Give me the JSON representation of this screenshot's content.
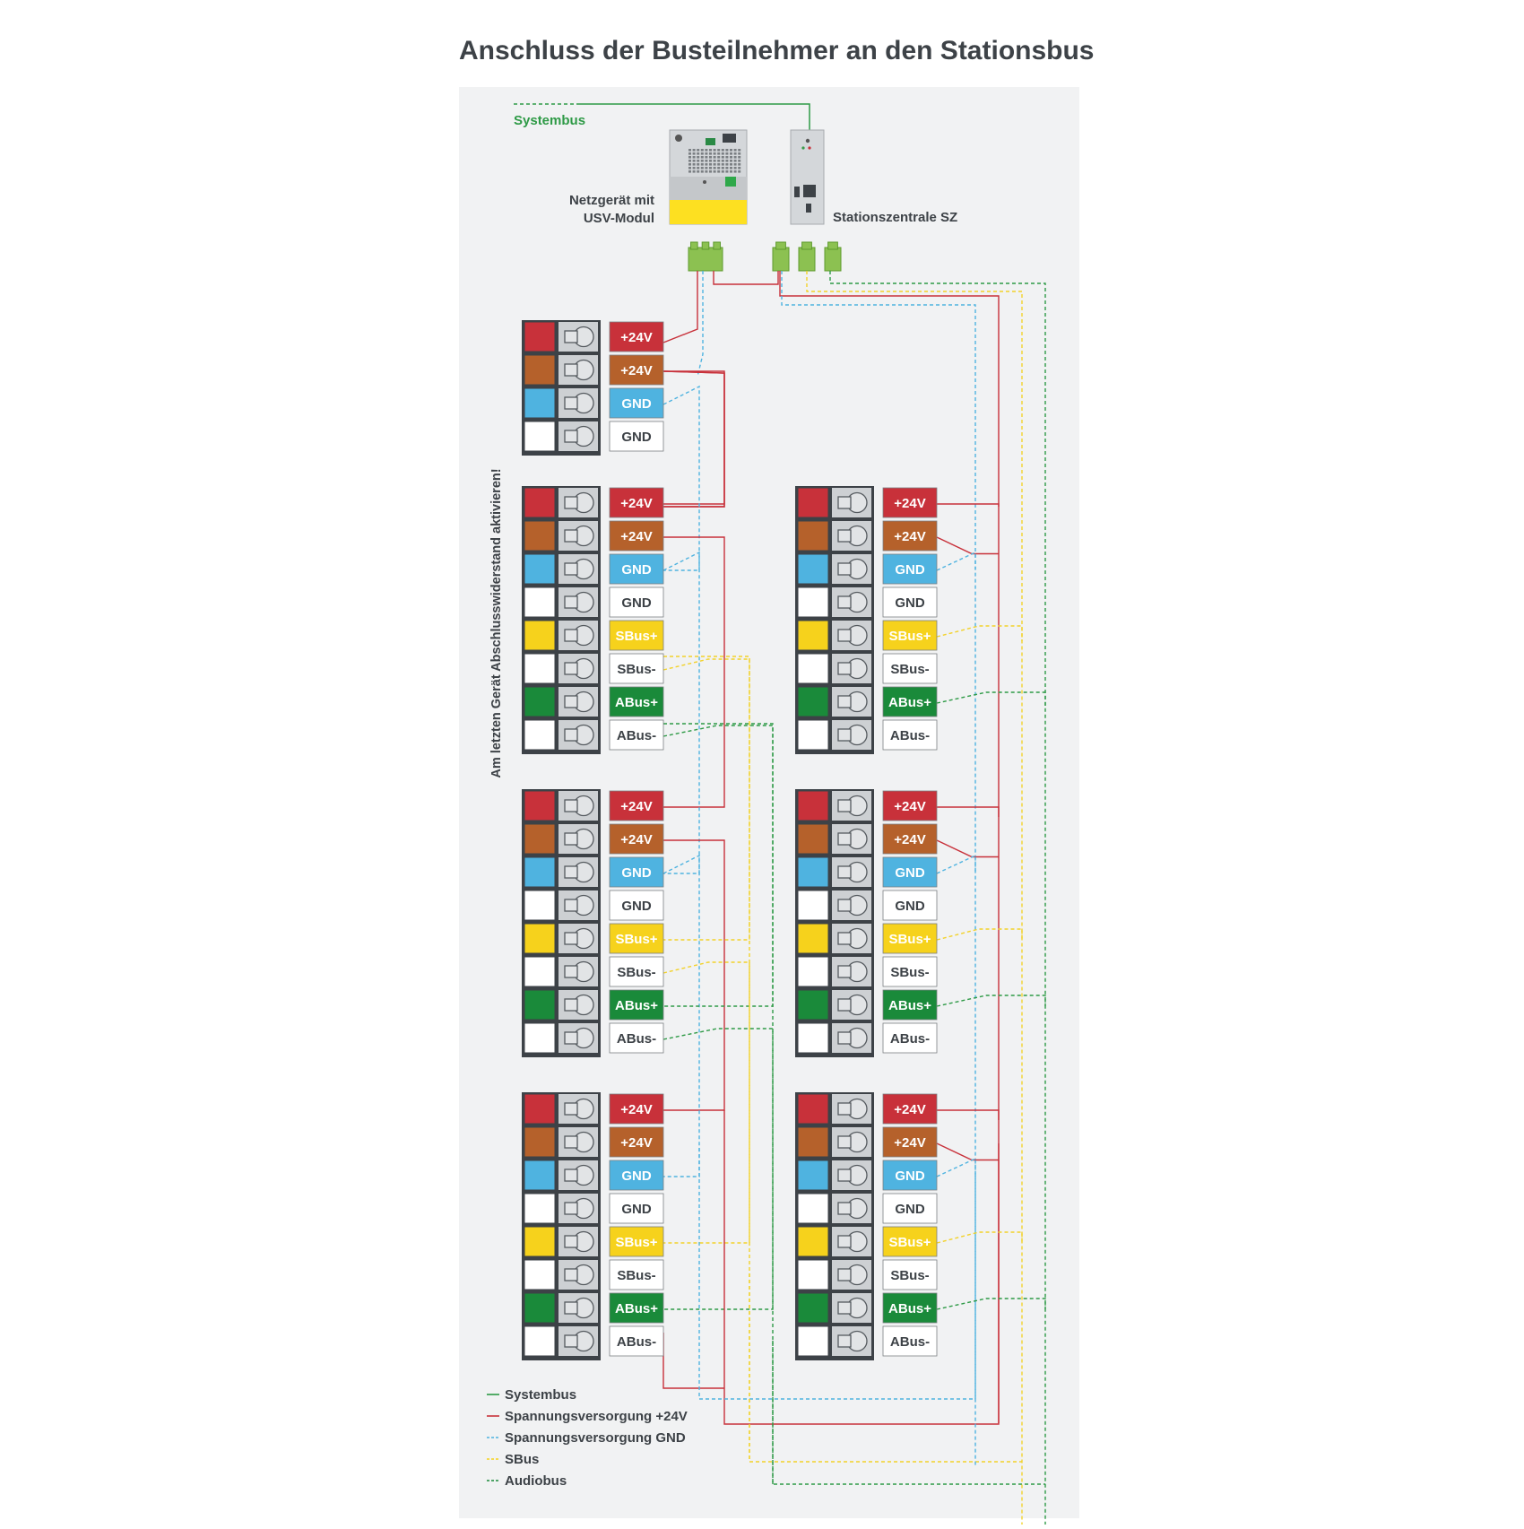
{
  "title": "Anschluss der Busteilnehmer an den Stationsbus",
  "systembus_label": "Systembus",
  "psu_label_line1": "Netzgerät mit",
  "psu_label_line2": "USV-Modul",
  "sz_label": "Stationszentrale SZ",
  "terminator_note": "Am letzten Gerät Abschlusswiderstand aktivieren!",
  "colors": {
    "red": "#c8313a",
    "brown": "#b5612b",
    "blue": "#4fb3e0",
    "yellow": "#f6d21c",
    "green": "#1a8a3a",
    "white": "#ffffff",
    "panel": "#f1f2f3",
    "text_dark": "#3d4247",
    "systembus_green": "#2e9a46"
  },
  "power_pins": [
    "+24V",
    "+24V",
    "GND",
    "GND"
  ],
  "bus_pins": [
    "+24V",
    "+24V",
    "GND",
    "GND",
    "SBus+",
    "SBus-",
    "ABus+",
    "ABus-"
  ],
  "legend": [
    {
      "label": "Systembus",
      "color": "#2e9a46",
      "style": "solid"
    },
    {
      "label": "Spannungsversorgung +24V",
      "color": "#c8313a",
      "style": "solid"
    },
    {
      "label": "Spannungsversorgung GND",
      "color": "#4fb3e0",
      "style": "dashed"
    },
    {
      "label": "SBus",
      "color": "#f6d21c",
      "style": "dashed"
    },
    {
      "label": "Audiobus",
      "color": "#1a8a3a",
      "style": "dashed"
    }
  ]
}
